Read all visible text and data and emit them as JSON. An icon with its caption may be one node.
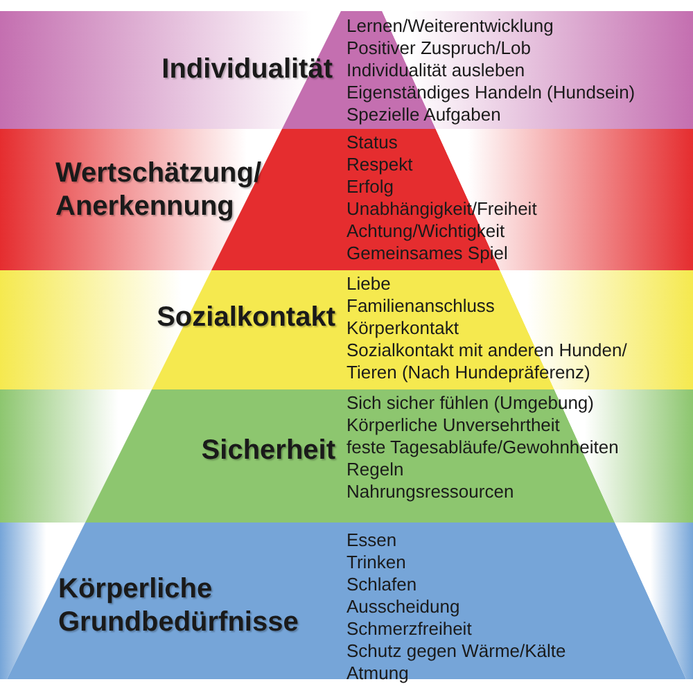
{
  "diagram": {
    "nodes": [
      {
        "text": [
          "Individualität",
          "Lernen/Weiterentwicklung",
          "Positiver Zuspruch/Lob",
          "Individualität ausleben",
          "Eigenständiges Handeln (Hundsein)",
          "Spezielle Aufgaben"
        ]
      },
      {
        "text": [
          "Wertschätzung/ Anerkennung",
          "Status",
          "Respekt",
          "Erfolg",
          "Unabhängigkeit/Freiheit",
          "Achtung/Wichtigkeit",
          "Gemeinsames Spiel"
        ]
      },
      {
        "text": [
          "Sozialkontakt",
          "Liebe",
          "Familienanschluss",
          "Körperkontakt",
          "Sozialkontakt mit anderen Hunden/ Tieren (Nach Hundepräferenz)"
        ]
      },
      {
        "text": [
          "Sicherheit",
          "Sich sicher fühlen (Umgebung)",
          "Körperliche Unversehrtheit",
          "feste Tagesabläufe/Gewohnheiten",
          "Regeln",
          "Nahrungsressourcen"
        ]
      },
      {
        "text": [
          "Körperliche Grundbedürfnisse",
          "Essen",
          "Trinken",
          "Schlafen",
          "Ausscheidung",
          "Schmerzfreiheit",
          "Schutz gegen Wärme/Kälte",
          "Atmung"
        ]
      }
    ]
  }
}
